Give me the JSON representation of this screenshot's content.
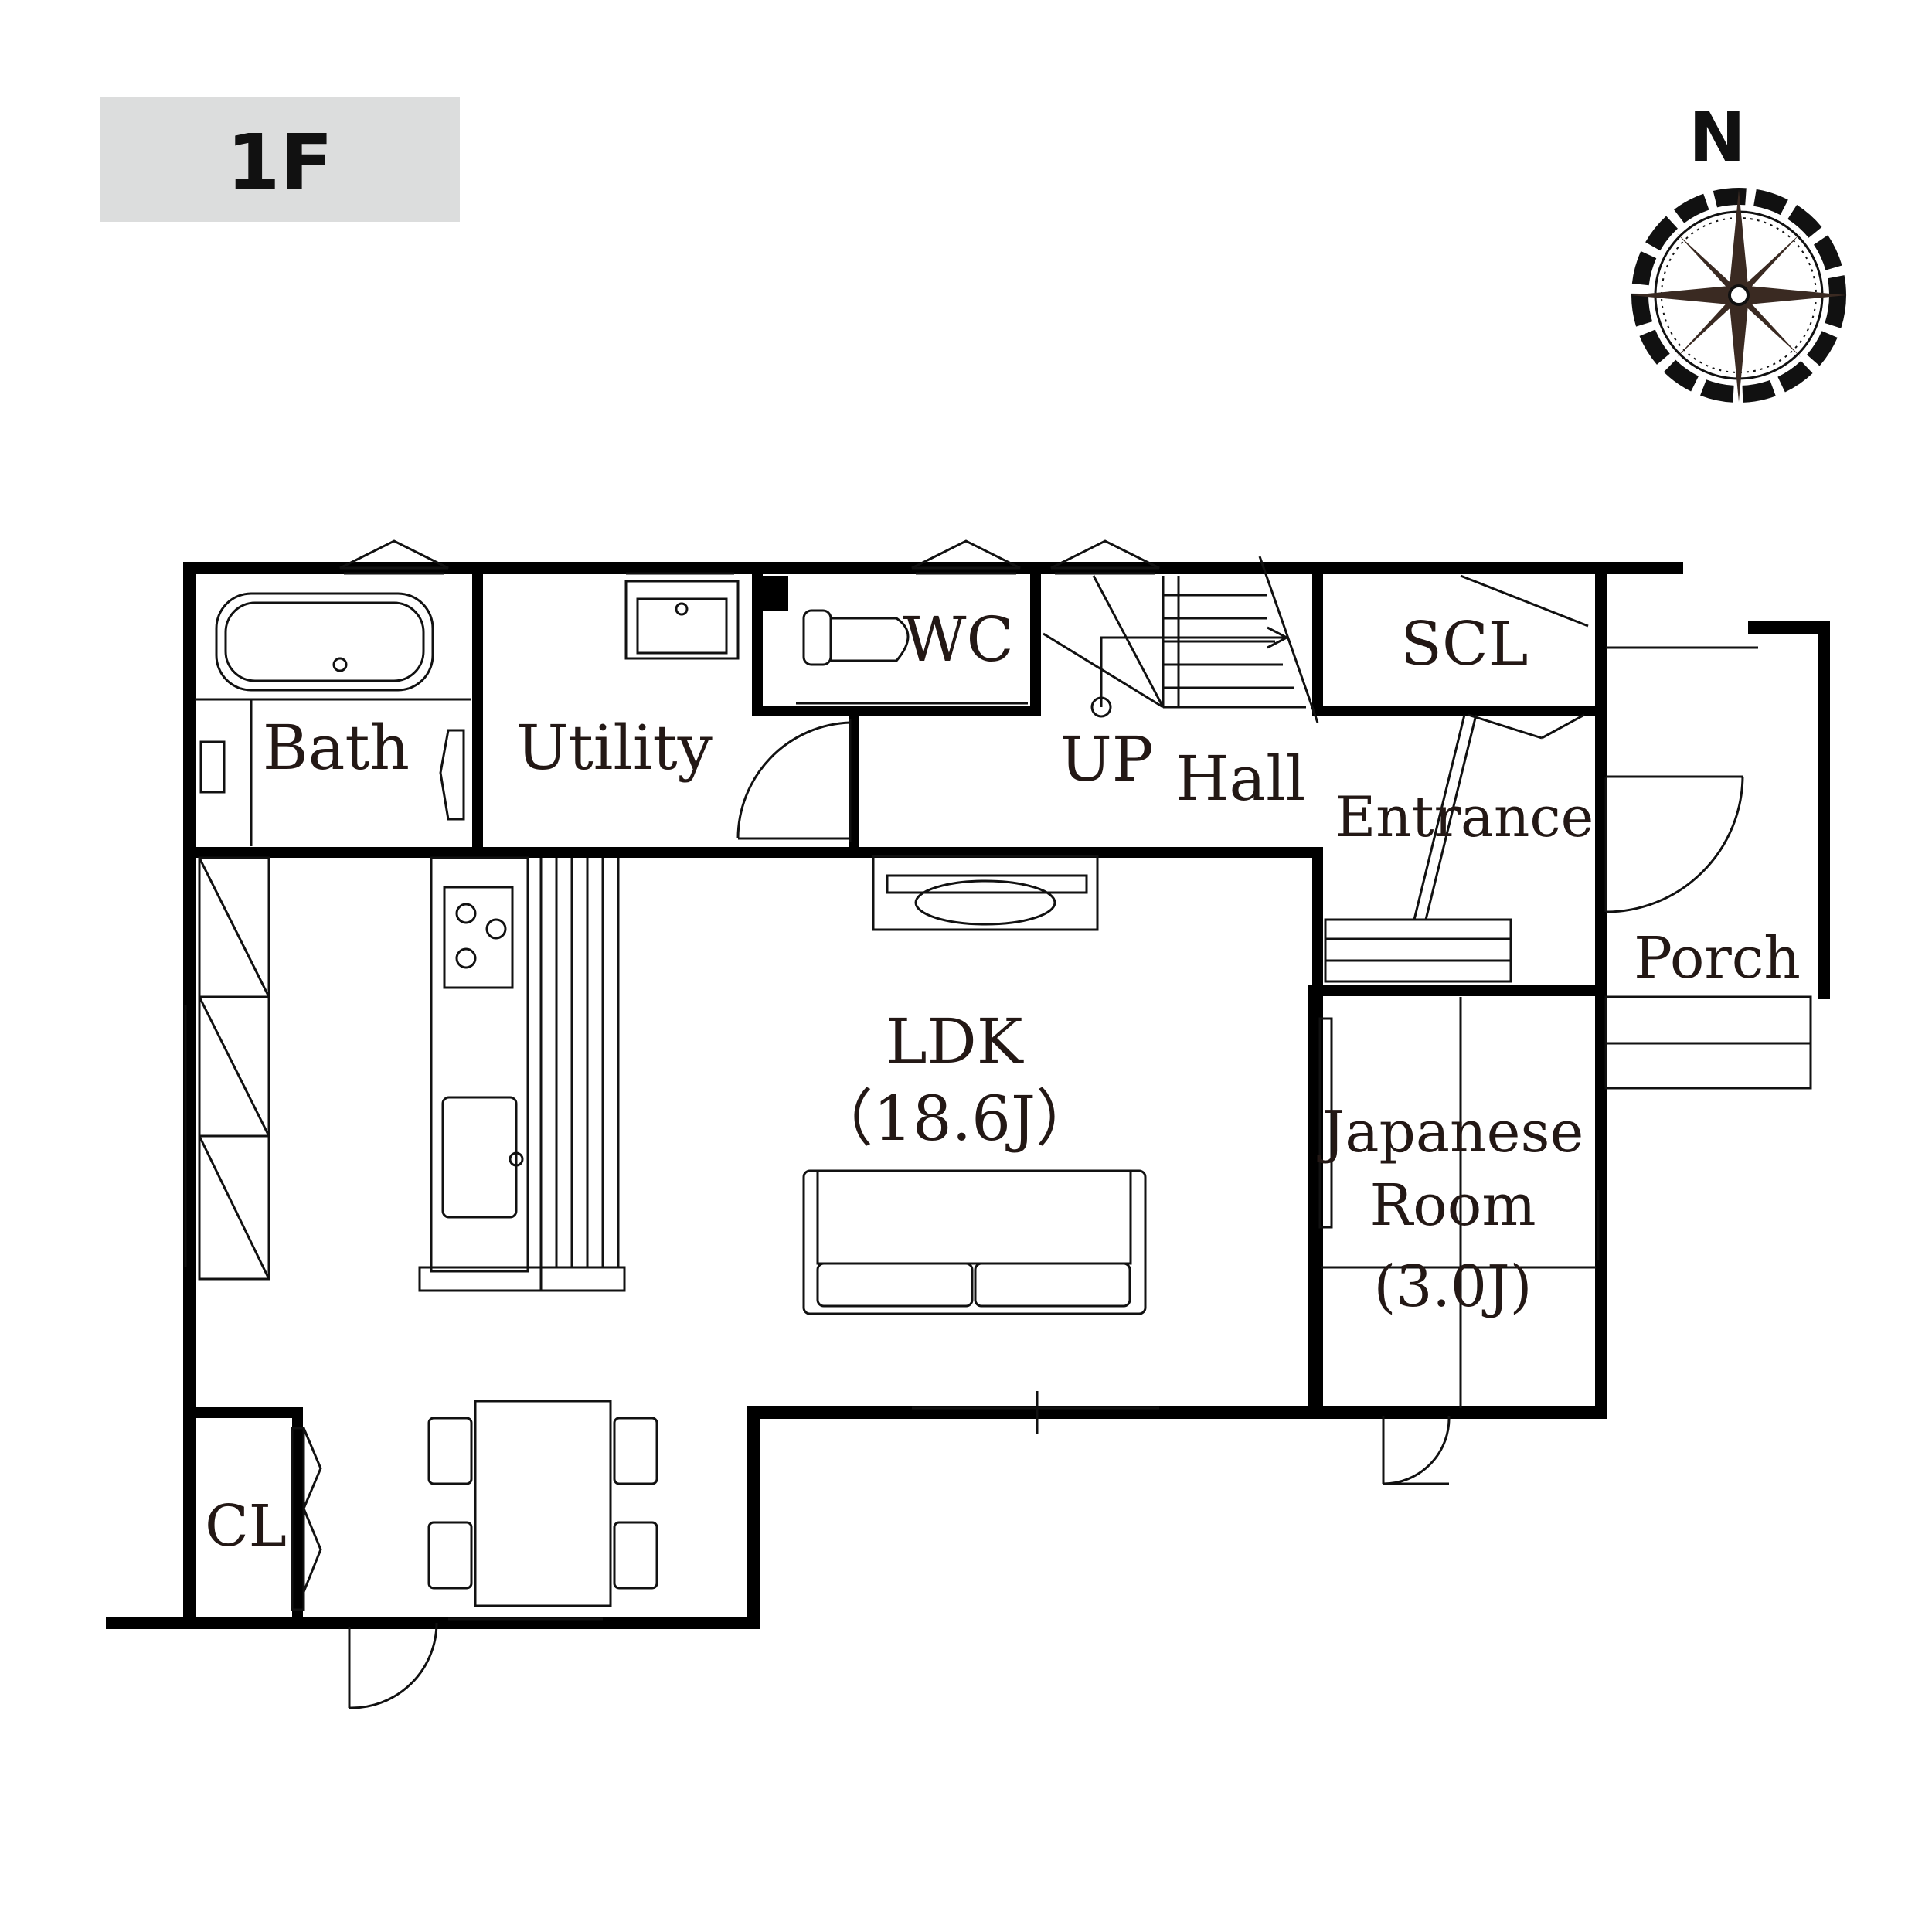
{
  "floor": {
    "label": "1F"
  },
  "compass": {
    "north_label": "N",
    "icon": "compass-rose-icon"
  },
  "rooms": {
    "bath": "Bath",
    "utility": "Utility",
    "wc": "WC",
    "up": "UP",
    "hall": "Hall",
    "scl": "SCL",
    "entrance": "Entrance",
    "porch": "Porch",
    "ldk": "LDK",
    "ldk_size": "（18.6J）",
    "japanese_line1": "Japanese",
    "japanese_line2": "Room",
    "japanese_size": "(3.0J)",
    "cl": "CL"
  },
  "colors": {
    "floor_badge_bg": "#dcdddd",
    "text": "#231815",
    "walls": "#000000"
  }
}
